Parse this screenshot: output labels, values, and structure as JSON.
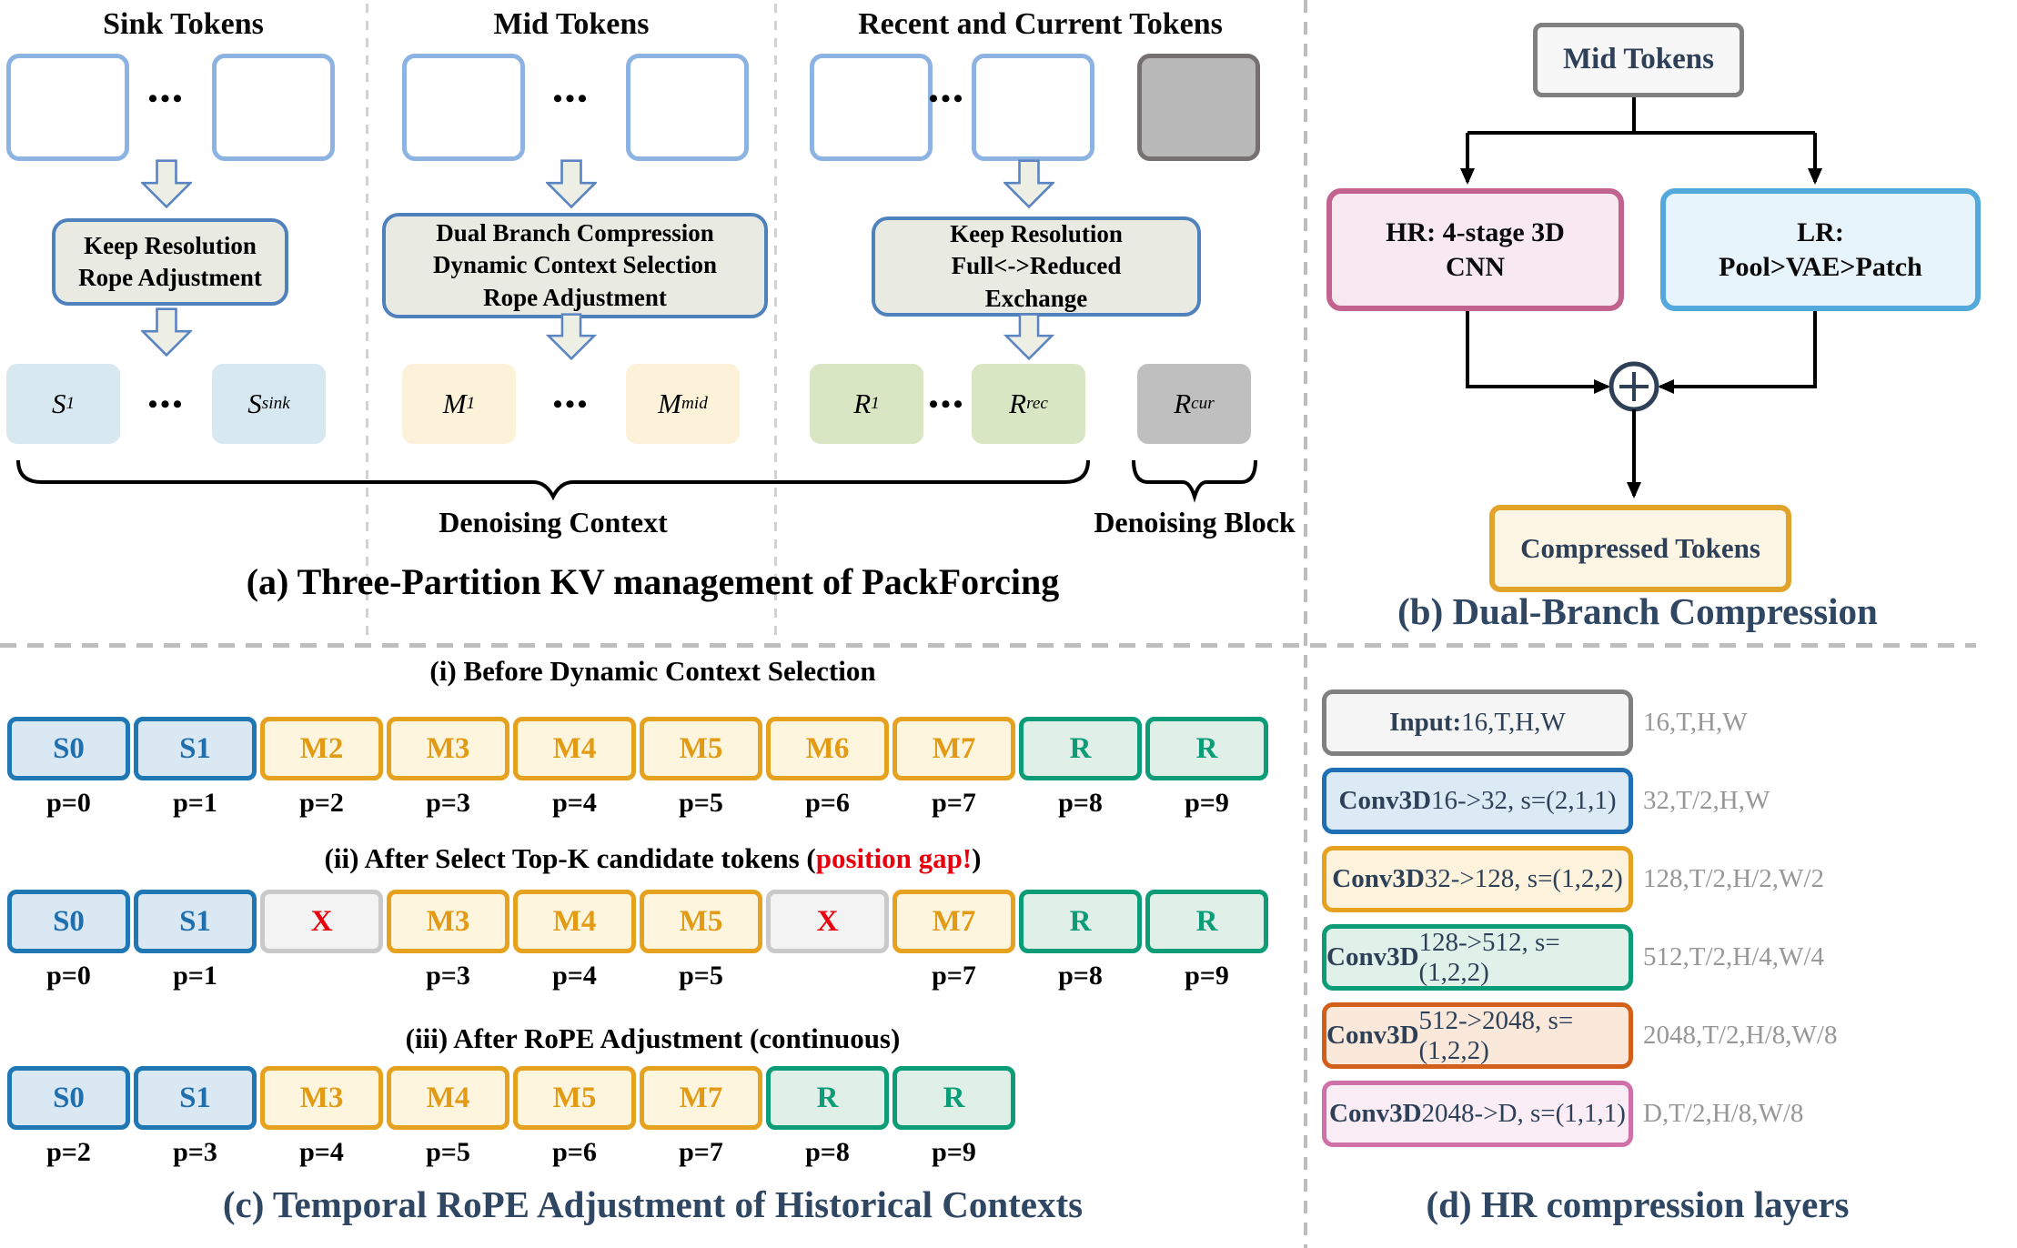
{
  "colors": {
    "caption_dark_blue": "#2f4763",
    "navy_text": "#2e4057",
    "sink_blue_border": "#1f77b4",
    "mid_gold_border": "#e6a11f",
    "recent_green_border": "#0c9c77",
    "invalid_red": "#e8000d",
    "process_box_fill": "#e9eae1",
    "empty_box_border": "#8db3e2",
    "current_gray_fill": "#bfbfbf"
  },
  "panel_a": {
    "caption": "(a) Three-Partition KV management of PackForcing",
    "ellipsis": "•••",
    "brace_context_label": "Denoising Context",
    "brace_block_label": "Denoising Block",
    "columns": [
      {
        "title": "Sink Tokens",
        "process": [
          "Keep Resolution",
          "Rope Adjustment"
        ],
        "results": [
          {
            "base": "S",
            "sub": "1"
          },
          {
            "base": "S",
            "sub": "sink"
          }
        ]
      },
      {
        "title": "Mid Tokens",
        "process": [
          "Dual Branch Compression",
          "Dynamic Context Selection",
          "Rope Adjustment"
        ],
        "results": [
          {
            "base": "M",
            "sub": "1"
          },
          {
            "base": "M",
            "sub": "mid"
          }
        ]
      },
      {
        "title": "Recent and Current Tokens",
        "process": [
          "Keep Resolution",
          "Full<->Reduced",
          "Exchange"
        ],
        "results": [
          {
            "base": "R",
            "sub": "1"
          },
          {
            "base": "R",
            "sub": "rec"
          }
        ],
        "current": {
          "base": "R",
          "sub": "cur"
        }
      }
    ]
  },
  "panel_b": {
    "caption": "(b) Dual-Branch Compression",
    "input_label": "Mid Tokens",
    "hr_lines": [
      "HR: 4-stage 3D",
      "CNN"
    ],
    "lr_lines": [
      "LR:",
      "Pool>VAE>Patch"
    ],
    "merge_icon": "plus-circle",
    "output_label": "Compressed Tokens"
  },
  "panel_c": {
    "caption": "(c) Temporal RoPE Adjustment of Historical Contexts",
    "rows": [
      {
        "heading": "(i) Before Dynamic Context Selection",
        "tokens": [
          {
            "label": "S0",
            "type": "s",
            "p": "p=0"
          },
          {
            "label": "S1",
            "type": "s",
            "p": "p=1"
          },
          {
            "label": "M2",
            "type": "m",
            "p": "p=2"
          },
          {
            "label": "M3",
            "type": "m",
            "p": "p=3"
          },
          {
            "label": "M4",
            "type": "m",
            "p": "p=4"
          },
          {
            "label": "M5",
            "type": "m",
            "p": "p=5"
          },
          {
            "label": "M6",
            "type": "m",
            "p": "p=6"
          },
          {
            "label": "M7",
            "type": "m",
            "p": "p=7"
          },
          {
            "label": "R",
            "type": "r",
            "p": "p=8"
          },
          {
            "label": "R",
            "type": "r",
            "p": "p=9"
          }
        ]
      },
      {
        "heading_prefix": "(ii) After Select Top-K candidate tokens (",
        "heading_highlight": "position gap!",
        "heading_suffix": ")",
        "tokens": [
          {
            "label": "S0",
            "type": "s",
            "p": "p=0"
          },
          {
            "label": "S1",
            "type": "s",
            "p": "p=1"
          },
          {
            "label": "X",
            "type": "x",
            "p": ""
          },
          {
            "label": "M3",
            "type": "m",
            "p": "p=3"
          },
          {
            "label": "M4",
            "type": "m",
            "p": "p=4"
          },
          {
            "label": "M5",
            "type": "m",
            "p": "p=5"
          },
          {
            "label": "X",
            "type": "x",
            "p": ""
          },
          {
            "label": "M7",
            "type": "m",
            "p": "p=7"
          },
          {
            "label": "R",
            "type": "r",
            "p": "p=8"
          },
          {
            "label": "R",
            "type": "r",
            "p": "p=9"
          }
        ]
      },
      {
        "heading": "(iii) After RoPE Adjustment (continuous)",
        "tokens": [
          {
            "label": "S0",
            "type": "s",
            "p": "p=2"
          },
          {
            "label": "S1",
            "type": "s",
            "p": "p=3"
          },
          {
            "label": "M3",
            "type": "m",
            "p": "p=4"
          },
          {
            "label": "M4",
            "type": "m",
            "p": "p=5"
          },
          {
            "label": "M5",
            "type": "m",
            "p": "p=6"
          },
          {
            "label": "M7",
            "type": "m",
            "p": "p=7"
          },
          {
            "label": "R",
            "type": "r",
            "p": "p=8"
          },
          {
            "label": "R",
            "type": "r",
            "p": "p=9"
          }
        ]
      }
    ]
  },
  "panel_d": {
    "caption": "(d) HR compression layers",
    "layers": [
      {
        "bold": "Input:",
        "rest": " 16,T,H,W",
        "out": "16,T,H,W",
        "type": "gray"
      },
      {
        "bold": "Conv3D",
        "rest": " 16->32, s=(2,1,1)",
        "out": "32,T/2,H,W",
        "type": "blue"
      },
      {
        "bold": "Conv3D",
        "rest": " 32->128, s=(1,2,2)",
        "out": "128,T/2,H/2,W/2",
        "type": "gold"
      },
      {
        "bold": "Conv3D",
        "rest": " 128->512, s=(1,2,2)",
        "out": "512,T/2,H/4,W/4",
        "type": "green"
      },
      {
        "bold": "Conv3D",
        "rest": " 512->2048, s=(1,2,2)",
        "out": "2048,T/2,H/8,W/8",
        "type": "orange"
      },
      {
        "bold": "Conv3D",
        "rest": " 2048->D, s=(1,1,1)",
        "out": "D,T/2,H/8,W/8",
        "type": "pink"
      }
    ]
  }
}
